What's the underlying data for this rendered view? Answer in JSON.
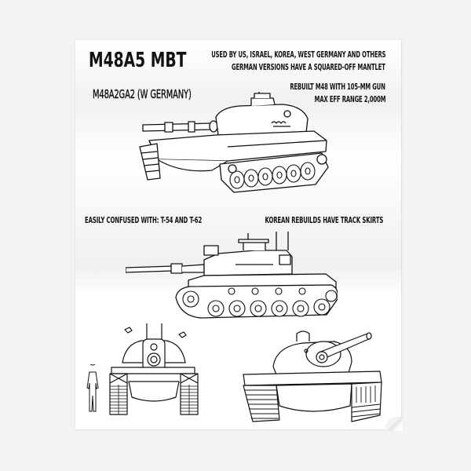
{
  "poster": {
    "title": "M48A5 MBT",
    "header_notes": [
      "USED BY US, ISRAEL, KOREA, WEST GERMANY AND OTHERS",
      "GERMAN VERSIONS HAVE A SQUARED-OFF MANTLET"
    ],
    "variant_label": "M48A2GA2 (W GERMANY)",
    "spec_notes": [
      "REBUILT M48 WITH 105-MM GUN",
      "MAX EFF RANGE 2,000M"
    ],
    "footer_notes": {
      "left": "EASILY CONFUSED WITH: T-54 AND T-62",
      "right": "KOREAN REBUILDS HAVE TRACK SKIRTS"
    },
    "illustrations": [
      "tank-three-quarter-view",
      "tank-side-view",
      "tank-front-view",
      "human-scale-silhouette",
      "tank-front-three-quarter-view"
    ]
  },
  "colors": {
    "background": "#f3f3f3",
    "poster": "#ffffff",
    "ink": "#111111"
  }
}
